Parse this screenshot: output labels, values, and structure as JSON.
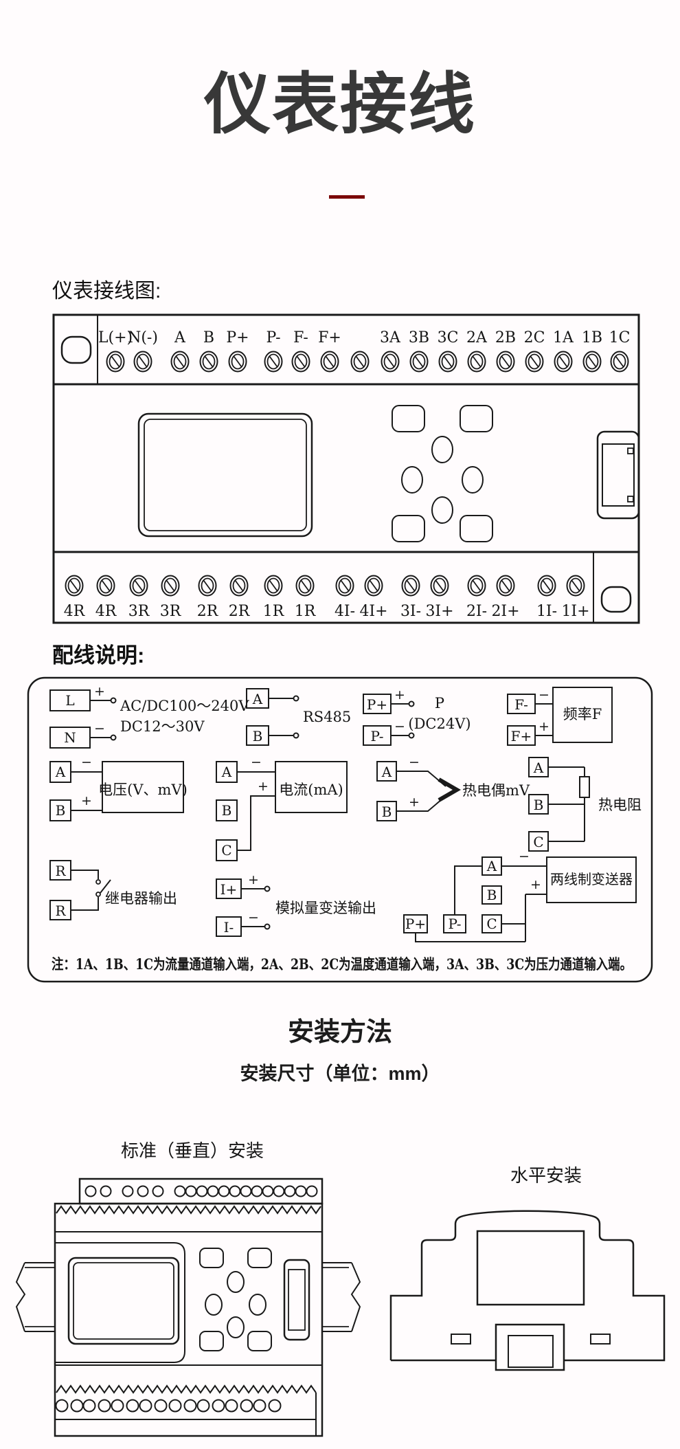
{
  "page": {
    "title": "仪表接线",
    "accent_color": "#7b0405",
    "ink_color": "#1a1a1a",
    "background_color": "#fffcfd"
  },
  "sections": {
    "wiring_diagram_label": "仪表接线图:",
    "wiring_notes_label": "配线说明:",
    "install_title": "安装方法",
    "install_subtitle": "安装尺寸（单位：mm）",
    "vertical_install_label": "标准（垂直）安装",
    "horizontal_install_label": "水平安装"
  },
  "device": {
    "top_terminals": [
      "L(+)",
      "N(-)",
      "A",
      "B",
      "P+",
      "P-",
      "F-",
      "F+",
      "",
      "3A",
      "3B",
      "3C",
      "2A",
      "2B",
      "2C",
      "1A",
      "1B",
      "1C"
    ],
    "bottom_terminals": [
      "4R",
      "4R",
      "3R",
      "3R",
      "2R",
      "2R",
      "1R",
      "1R",
      "4I-",
      "4I+",
      "3I-",
      "3I+",
      "2I-",
      "2I+",
      "1I-",
      "1I+"
    ]
  },
  "legend": {
    "power": {
      "t1": "L",
      "t2": "N",
      "plus": "+",
      "minus": "−",
      "line1": "AC/DC100～240V",
      "line2": "DC12～30V"
    },
    "rs485": {
      "t1": "A",
      "t2": "B",
      "label": "RS485"
    },
    "p24": {
      "t1": "P+",
      "t2": "P-",
      "plus": "+",
      "minus": "−",
      "line1": "P",
      "line2": "(DC24V)"
    },
    "freq": {
      "t1": "F-",
      "t2": "F+",
      "minus": "−",
      "plus": "+",
      "box": "频率F"
    },
    "voltage": {
      "t1": "A",
      "t2": "B",
      "minus": "−",
      "plus": "+",
      "box": "电压(V、mV)"
    },
    "current": {
      "t1": "A",
      "t2": "B",
      "t3": "C",
      "minus": "−",
      "plus": "+",
      "box": "电流(mA)"
    },
    "thermocouple": {
      "t1": "A",
      "t2": "B",
      "minus": "−",
      "plus": "+",
      "label": "热电偶mV"
    },
    "rtd": {
      "t1": "A",
      "t2": "B",
      "t3": "C",
      "label": "热电阻"
    },
    "relay": {
      "t1": "R",
      "t2": "R",
      "label": "继电器输出"
    },
    "analog_out": {
      "t1": "I+",
      "t2": "I-",
      "plus": "+",
      "minus": "−",
      "label": "模拟量变送输出"
    },
    "transmitter": {
      "tA": "A",
      "tB": "B",
      "tC": "C",
      "tP1": "P+",
      "tP2": "P-",
      "minus": "−",
      "plus": "+",
      "box": "两线制变送器"
    },
    "note": "注：1A、1B、1C为流量通道输入端，2A、2B、2C为温度通道输入端，3A、3B、3C为压力通道输入端。"
  }
}
